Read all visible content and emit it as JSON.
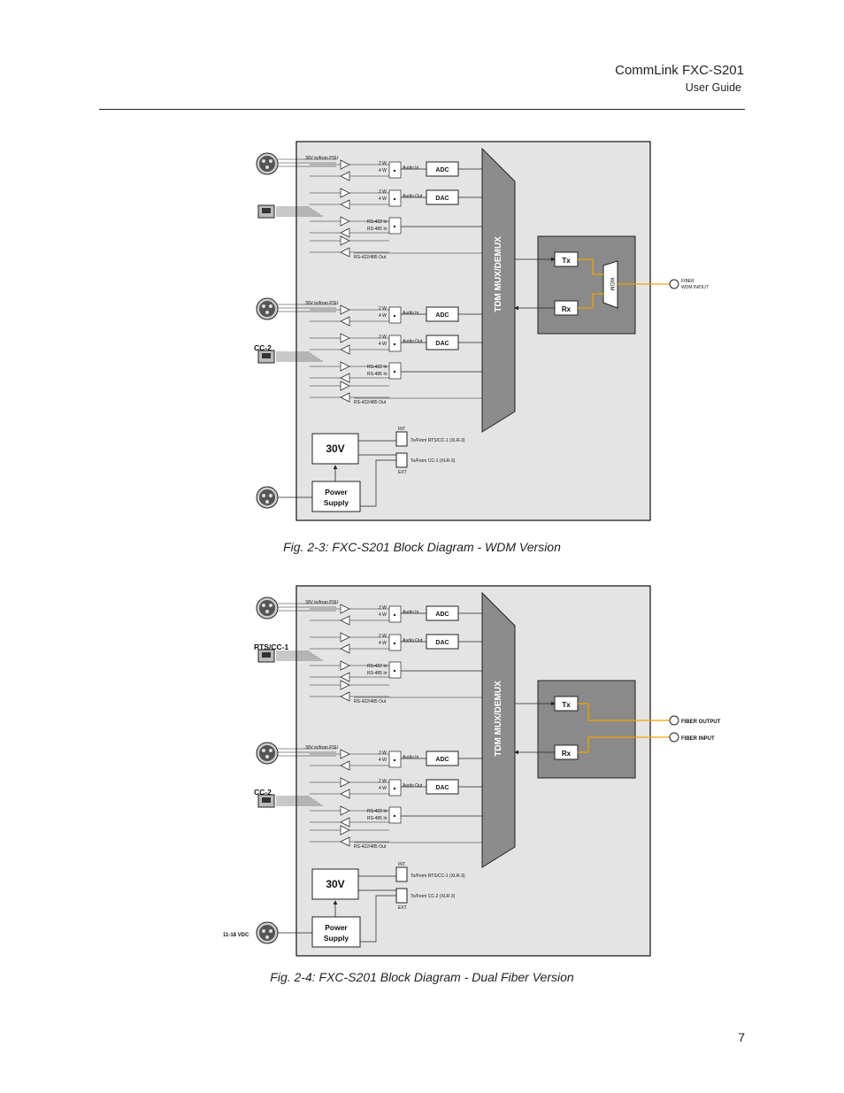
{
  "header": {
    "title": "CommLink FXC-S201",
    "subtitle": "User Guide"
  },
  "page_number": "7",
  "figures": [
    {
      "caption": "Fig. 2-3: FXC-S201 Block Diagram - WDM Version",
      "labels": {
        "port1": "",
        "port2": "CC-2",
        "psu_in": "",
        "ch1_power": "30V to/from PSU",
        "ch2_power": "30V to/from PSU",
        "mux": "TDM MUX/DEMUX",
        "wdm": "WDM",
        "fiber1": "FIBER",
        "fiber2": "WDM IN/OUT",
        "ext_ref1": "To/From RTS/CC-1 (XLR-3)",
        "ext_ref2": "To/From CC-1 (XLR-3)"
      }
    },
    {
      "caption": "Fig. 2-4: FXC-S201 Block Diagram - Dual Fiber Version",
      "labels": {
        "port1": "RTS/CC-1",
        "port2": "CC-2",
        "psu_in": "11-18 VDC",
        "ch1_power": "30V to/from PSU",
        "ch2_power": "30V to/from PSU",
        "mux": "TDM MUX/DEMUX",
        "fiber1": "FIBER OUTPUT",
        "fiber2": "FIBER INPUT",
        "ext_ref1": "To/From RTS/CC-1 (XLR-3)",
        "ext_ref2": "To/From CC-2 (XLR-3)"
      }
    }
  ],
  "common": {
    "adc": "ADC",
    "dac": "DAC",
    "tx": "Tx",
    "rx": "Rx",
    "audio_in": "Audio In",
    "audio_out": "Audio Out",
    "w2": "2 W",
    "w4": "4 W",
    "rs422_in": "RS-422 In",
    "rs485_in": "RS-485 In",
    "rs_out": "RS-422/485 Out",
    "int": "INT",
    "ext": "EXT",
    "v30": "30V",
    "power": "Power",
    "supply": "Supply"
  },
  "colors": {
    "panel": "#e4e4e4",
    "mux": "#8c8c8c",
    "optical": "#8a8a8a",
    "fiber": "#f0a500"
  }
}
